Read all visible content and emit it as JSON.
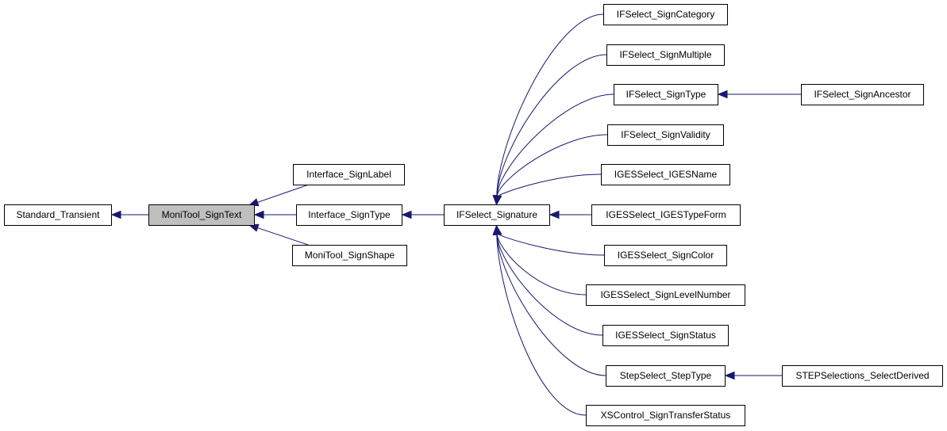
{
  "diagram": {
    "type": "class-inheritance-graph",
    "colors": {
      "edge": "#191970",
      "node_border": "#000000",
      "node_fill": "#ffffff",
      "focus_fill": "#bfbfbf"
    },
    "nodes": [
      {
        "id": "standard_transient",
        "label": "Standard_Transient"
      },
      {
        "id": "monitool_signtext",
        "label": "MoniTool_SignText",
        "focus": true
      },
      {
        "id": "interface_signlabel",
        "label": "Interface_SignLabel"
      },
      {
        "id": "interface_signtype",
        "label": "Interface_SignType"
      },
      {
        "id": "monitool_signshape",
        "label": "MoniTool_SignShape"
      },
      {
        "id": "ifselect_signature",
        "label": "IFSelect_Signature"
      },
      {
        "id": "ifselect_signcategory",
        "label": "IFSelect_SignCategory"
      },
      {
        "id": "ifselect_signmultiple",
        "label": "IFSelect_SignMultiple"
      },
      {
        "id": "ifselect_signtype",
        "label": "IFSelect_SignType"
      },
      {
        "id": "ifselect_signvalidity",
        "label": "IFSelect_SignValidity"
      },
      {
        "id": "igesselect_igesname",
        "label": "IGESSelect_IGESName"
      },
      {
        "id": "igesselect_igestypeform",
        "label": "IGESSelect_IGESTypeForm"
      },
      {
        "id": "igesselect_signcolor",
        "label": "IGESSelect_SignColor"
      },
      {
        "id": "igesselect_signlevelnumber",
        "label": "IGESSelect_SignLevelNumber"
      },
      {
        "id": "igesselect_signstatus",
        "label": "IGESSelect_SignStatus"
      },
      {
        "id": "stepselect_steptype",
        "label": "StepSelect_StepType"
      },
      {
        "id": "xscontrol_signtransferstatus",
        "label": "XSControl_SignTransferStatus"
      },
      {
        "id": "ifselect_signancestor",
        "label": "IFSelect_SignAncestor"
      },
      {
        "id": "stepselections_selectderived",
        "label": "STEPSelections_SelectDerived"
      }
    ],
    "edges": [
      {
        "from": "monitool_signtext",
        "to": "standard_transient"
      },
      {
        "from": "interface_signlabel",
        "to": "monitool_signtext"
      },
      {
        "from": "interface_signtype",
        "to": "monitool_signtext"
      },
      {
        "from": "monitool_signshape",
        "to": "monitool_signtext"
      },
      {
        "from": "ifselect_signature",
        "to": "interface_signtype"
      },
      {
        "from": "ifselect_signcategory",
        "to": "ifselect_signature"
      },
      {
        "from": "ifselect_signmultiple",
        "to": "ifselect_signature"
      },
      {
        "from": "ifselect_signtype",
        "to": "ifselect_signature"
      },
      {
        "from": "ifselect_signvalidity",
        "to": "ifselect_signature"
      },
      {
        "from": "igesselect_igesname",
        "to": "ifselect_signature"
      },
      {
        "from": "igesselect_igestypeform",
        "to": "ifselect_signature"
      },
      {
        "from": "igesselect_signcolor",
        "to": "ifselect_signature"
      },
      {
        "from": "igesselect_signlevelnumber",
        "to": "ifselect_signature"
      },
      {
        "from": "igesselect_signstatus",
        "to": "ifselect_signature"
      },
      {
        "from": "stepselect_steptype",
        "to": "ifselect_signature"
      },
      {
        "from": "xscontrol_signtransferstatus",
        "to": "ifselect_signature"
      },
      {
        "from": "ifselect_signancestor",
        "to": "ifselect_signtype"
      },
      {
        "from": "stepselections_selectderived",
        "to": "stepselect_steptype"
      }
    ]
  }
}
